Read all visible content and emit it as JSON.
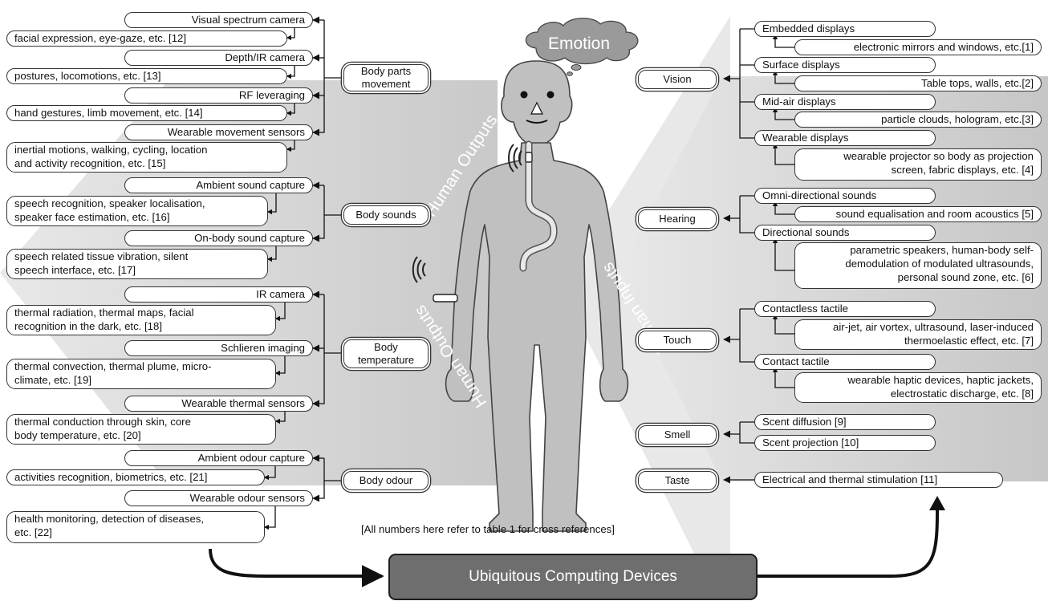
{
  "emotion": "Emotion",
  "diagonal_labels": {
    "human_outputs_top": "Human Outputs",
    "human_inputs_top": "Human Inputs",
    "human_outputs_bottom": "Human Outputs",
    "human_inputs_bottom": "Human Inputs"
  },
  "outputs": {
    "categories": {
      "movement": "Body parts movement",
      "sounds": "Body sounds",
      "temperature": "Body temperature",
      "odour": "Body odour"
    },
    "items": [
      {
        "title": "Visual spectrum camera",
        "detail": "facial expression, eye-gaze, etc. [12]"
      },
      {
        "title": "Depth/IR camera",
        "detail": "postures, locomotions, etc. [13]"
      },
      {
        "title": "RF leveraging",
        "detail": "hand gestures, limb movement, etc. [14]"
      },
      {
        "title": "Wearable movement sensors",
        "detail_1": "inertial motions, walking, cycling, location",
        "detail_2": "and activity recognition, etc. [15]"
      },
      {
        "title": "Ambient sound capture",
        "detail_1": "speech recognition, speaker localisation,",
        "detail_2": "speaker face estimation, etc. [16]"
      },
      {
        "title": "On-body sound capture",
        "detail_1": "speech related tissue vibration, silent",
        "detail_2": "speech interface, etc. [17]"
      },
      {
        "title": "IR camera",
        "detail_1": "thermal radiation, thermal maps, facial",
        "detail_2": "recognition in the dark, etc. [18]"
      },
      {
        "title": "Schlieren imaging",
        "detail_1": "thermal convection, thermal plume, micro-",
        "detail_2": "climate, etc. [19]"
      },
      {
        "title": "Wearable thermal sensors",
        "detail_1": "thermal conduction  through skin, core",
        "detail_2": "body temperature, etc. [20]"
      },
      {
        "title": "Ambient odour capture",
        "detail": "activities recognition, biometrics, etc. [21]"
      },
      {
        "title": "Wearable odour sensors",
        "detail_1": "health monitoring, detection of diseases,",
        "detail_2": "etc. [22]"
      }
    ]
  },
  "inputs": {
    "categories": {
      "vision": "Vision",
      "hearing": "Hearing",
      "touch": "Touch",
      "smell": "Smell",
      "taste": "Taste"
    },
    "items": [
      {
        "title": "Embedded displays",
        "detail": "electronic mirrors and windows, etc.[1]"
      },
      {
        "title": "Surface displays",
        "detail": "Table tops, walls, etc.[2]"
      },
      {
        "title": "Mid-air displays",
        "detail": "particle clouds, hologram, etc.[3]"
      },
      {
        "title": "Wearable displays",
        "detail_1": "wearable projector so body as projection",
        "detail_2": "screen, fabric displays, etc. [4]"
      },
      {
        "title": "Omni-directional sounds",
        "detail": "sound equalisation and room acoustics [5]"
      },
      {
        "title": "Directional sounds",
        "detail_1": "parametric speakers, human-body self-",
        "detail_2": "demodulation of modulated ultrasounds,",
        "detail_3": "personal sound zone, etc. [6]"
      },
      {
        "title": "Contactless tactile",
        "detail_1": "air-jet, air vortex, ultrasound, laser-induced",
        "detail_2": "thermoelastic effect, etc. [7]"
      },
      {
        "title": "Contact tactile",
        "detail_1": "wearable haptic devices, haptic jackets,",
        "detail_2": "electrostatic discharge, etc. [8]"
      },
      {
        "title": "Scent diffusion [9]"
      },
      {
        "title": "Scent projection [10]"
      },
      {
        "title": "Electrical and thermal stimulation [11]"
      }
    ]
  },
  "note": "[All numbers here refer to table 1 for cross references]",
  "ucd": "Ubiquitous Computing Devices",
  "colors": {
    "panel": "#dcdcdc",
    "body": "#c0c0c0",
    "dark_box": "#6e6e6e",
    "cloud": "#9a9a9a"
  }
}
